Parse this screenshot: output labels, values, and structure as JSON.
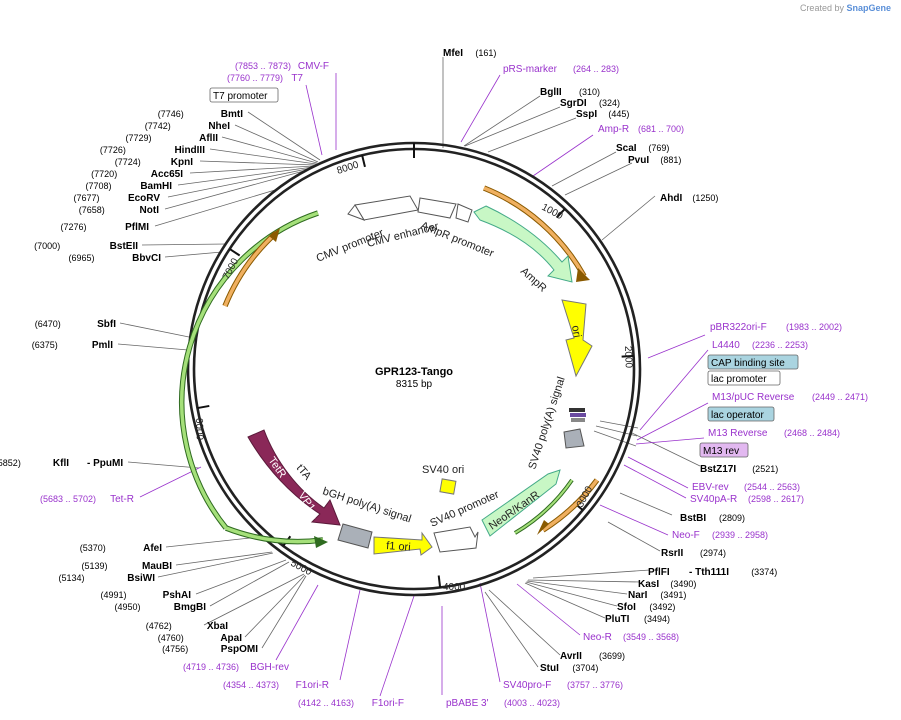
{
  "credit": {
    "prefix": "Created by",
    "app": "SnapGene"
  },
  "plasmid": {
    "name": "GPR123-Tango",
    "size": "8315 bp"
  },
  "colors": {
    "primer": "#9932cc",
    "enzyme": "#000000",
    "backbone": "#222222",
    "dim": "#555555"
  },
  "ticks": [
    "1000",
    "2000",
    "3000",
    "4000",
    "5000",
    "6000",
    "7000",
    "8000"
  ],
  "enzymes_left": [
    {
      "name": "BmtI",
      "pos": "(7746)"
    },
    {
      "name": "NheI",
      "pos": "(7742)"
    },
    {
      "name": "AflII",
      "pos": "(7729)"
    },
    {
      "name": "HindIII",
      "pos": "(7726)"
    },
    {
      "name": "KpnI",
      "pos": "(7724)"
    },
    {
      "name": "Acc65I",
      "pos": "(7720)"
    },
    {
      "name": "BamHI",
      "pos": "(7708)"
    },
    {
      "name": "EcoRV",
      "pos": "(7677)"
    },
    {
      "name": "NotI",
      "pos": "(7658)"
    },
    {
      "name": "PflMI",
      "pos": "(7276)"
    },
    {
      "name": "BstEII",
      "pos": "(7000)"
    },
    {
      "name": "BbvCI",
      "pos": "(6965)"
    },
    {
      "name": "SbfI",
      "pos": "(6470)"
    },
    {
      "name": "PmlI",
      "pos": "(6375)"
    },
    {
      "name": "KflI",
      "pos": "(5852)",
      "alt": "PpuMI"
    },
    {
      "name": "AfeI",
      "pos": "(5370)"
    },
    {
      "name": "MauBI",
      "pos": "(5139)"
    },
    {
      "name": "BsiWI",
      "pos": "(5134)"
    },
    {
      "name": "PshAI",
      "pos": "(4991)"
    },
    {
      "name": "BmgBI",
      "pos": "(4950)"
    },
    {
      "name": "XbaI",
      "pos": "(4762)"
    },
    {
      "name": "ApaI",
      "pos": "(4760)"
    },
    {
      "name": "PspOMI",
      "pos": "(4756)"
    }
  ],
  "enzymes_right": [
    {
      "name": "MfeI",
      "pos": "(161)"
    },
    {
      "name": "BglII",
      "pos": "(310)"
    },
    {
      "name": "SgrDI",
      "pos": "(324)"
    },
    {
      "name": "SspI",
      "pos": "(445)"
    },
    {
      "name": "ScaI",
      "pos": "(769)"
    },
    {
      "name": "PvuI",
      "pos": "(881)"
    },
    {
      "name": "AhdI",
      "pos": "(1250)"
    },
    {
      "name": "BstZ17I",
      "pos": "(2521)"
    },
    {
      "name": "BstBI",
      "pos": "(2809)"
    },
    {
      "name": "RsrII",
      "pos": "(2974)"
    },
    {
      "name": "PflFI",
      "pos": "(3374)",
      "alt": "Tth111I"
    },
    {
      "name": "KasI",
      "pos": "(3490)"
    },
    {
      "name": "NarI",
      "pos": "(3491)"
    },
    {
      "name": "SfoI",
      "pos": "(3492)"
    },
    {
      "name": "PluTI",
      "pos": "(3494)"
    },
    {
      "name": "AvrII",
      "pos": "(3699)"
    },
    {
      "name": "StuI",
      "pos": "(3704)"
    }
  ],
  "primers": [
    {
      "name": "CMV-F",
      "range": "(7853 .. 7873)"
    },
    {
      "name": "T7",
      "range": "(7760 .. 7779)"
    },
    {
      "name": "pRS-marker",
      "range": "(264 .. 283)"
    },
    {
      "name": "Amp-R",
      "range": "(681 .. 700)"
    },
    {
      "name": "pBR322ori-F",
      "range": "(1983 .. 2002)"
    },
    {
      "name": "L4440",
      "range": "(2236 .. 2253)"
    },
    {
      "name": "M13/pUC Reverse",
      "range": "(2449 .. 2471)"
    },
    {
      "name": "M13 Reverse",
      "range": "(2468 .. 2484)"
    },
    {
      "name": "EBV-rev",
      "range": "(2544 .. 2563)"
    },
    {
      "name": "SV40pA-R",
      "range": "(2598 .. 2617)"
    },
    {
      "name": "Neo-F",
      "range": "(2939 .. 2958)"
    },
    {
      "name": "Neo-R",
      "range": "(3549 .. 3568)"
    },
    {
      "name": "SV40pro-F",
      "range": "(3757 .. 3776)"
    },
    {
      "name": "pBABE 3'",
      "range": "(4003 .. 4023)"
    },
    {
      "name": "F1ori-F",
      "range": "(4142 .. 4163)"
    },
    {
      "name": "F1ori-R",
      "range": "(4354 .. 4373)"
    },
    {
      "name": "BGH-rev",
      "range": "(4719 .. 4736)"
    },
    {
      "name": "Tet-R",
      "range": "(5683 .. 5702)"
    }
  ],
  "boxed_labels": [
    "T7 promoter",
    "CAP binding site",
    "lac promoter",
    "lac operator",
    "M13 rev"
  ],
  "features": {
    "cmv_enhancer": "CMV enhancer",
    "cmv_promoter": "CMV promoter",
    "ampr_promoter": "AmpR promoter",
    "ampr": "AmpR",
    "ori": "ori",
    "sv40pa": "SV40 poly(A) signal",
    "neokanr": "NeoR/KanR",
    "sv40_promoter": "SV40 promoter",
    "sv40_ori": "SV40 ori",
    "f1ori": "f1 ori",
    "bgh": "bGH poly(A) signal",
    "tta": "tTA",
    "tetr": "TetR",
    "vp16": "VP1..."
  }
}
